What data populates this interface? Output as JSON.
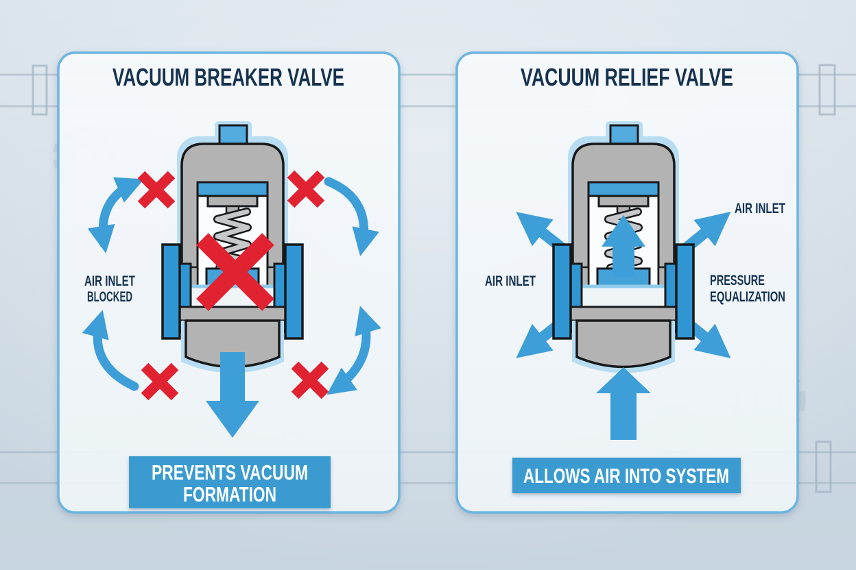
{
  "left_panel": {
    "title": "VACUUM BREAKER VALVE",
    "air_label": {
      "line1": "AIR INLET",
      "line2": "BLOCKED"
    },
    "banner": {
      "line1": "PREVENTS VACUUM",
      "line2": "FORMATION"
    }
  },
  "right_panel": {
    "title": "VACUUM RELIEF VALVE",
    "air_inlet_left": "AIR INLET",
    "air_inlet_top": "AIR INLET",
    "pressure_label": {
      "line1": "PRESSURE",
      "line2": "EQUALIZATION"
    },
    "banner": "ALLOWS AIR INTO SYSTEM"
  },
  "colors": {
    "background": "#cdd9e3",
    "panel_fill": "#f4f8fb",
    "panel_border": "#6cb5e1",
    "navy": "#16324f",
    "arrow_blue": "#3d9ed8",
    "flange_blue": "#3096d3",
    "banner_blue": "#3a9bd0",
    "red": "#e02231",
    "valve_gray": "#b3b3b3",
    "outline": "#17191b"
  }
}
